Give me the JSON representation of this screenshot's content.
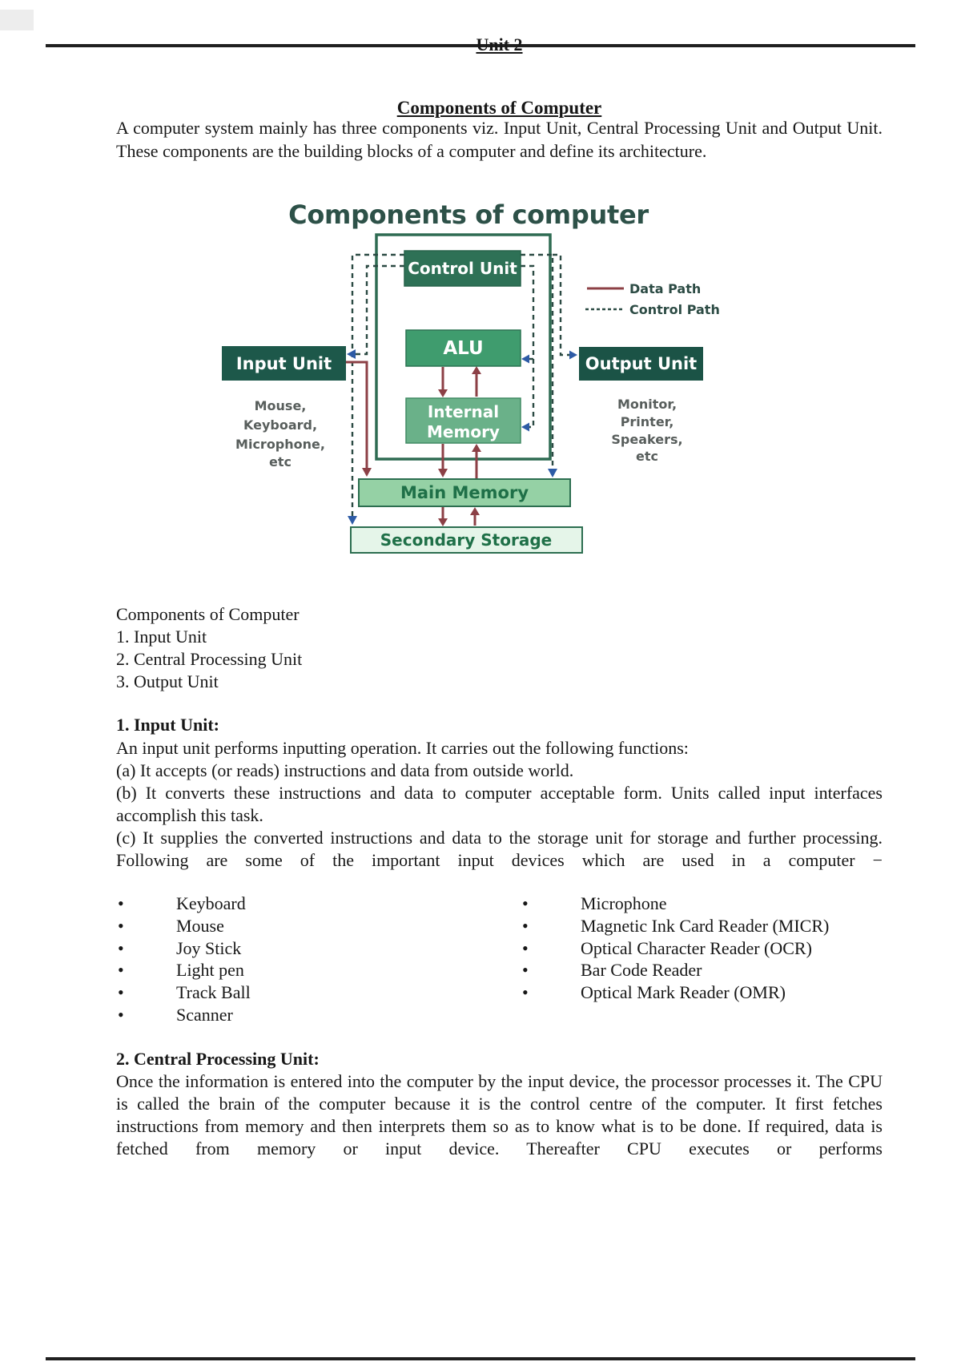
{
  "page": {
    "unit_header": "Unit 2",
    "doc_title": "Components of Computer",
    "intro": "A computer system mainly has three components viz. Input Unit, Central Processing Unit and Output Unit. These components are the building blocks of a computer and define its architecture."
  },
  "diagram": {
    "title": "Components of computer",
    "legend": {
      "data_path": "Data Path",
      "control_path": "Control Path"
    },
    "boxes": {
      "control_unit": "Control Unit",
      "alu": "ALU",
      "internal_memory_lines": [
        "Internal",
        "Memory"
      ],
      "input_unit": "Input Unit",
      "output_unit": "Output Unit",
      "main_memory": "Main Memory",
      "secondary_storage": "Secondary Storage"
    },
    "input_devices": [
      "Mouse,",
      "Keyboard,",
      "Microphone,",
      "etc"
    ],
    "output_devices": [
      "Monitor,",
      "Printer,",
      "Speakers,",
      "etc"
    ],
    "colors": {
      "title": "#2d5148",
      "cpu_border": "#2e6b52",
      "control_unit_fill": "#2e7156",
      "alu_fill": "#3f9c6e",
      "internal_memory_fill": "#6ab189",
      "input_unit_fill": "#1d584a",
      "output_unit_fill": "#1b5346",
      "main_memory_fill": "#95d1a5",
      "secondary_storage_fill": "#e5f5e9",
      "memory_text": "#1f7048",
      "box_text": "#ffffff",
      "data_path": "#8c4046",
      "control_path": "#2b4a43",
      "control_arrow": "#2d5ba6",
      "device_text": "#585e5c",
      "legend_text": "#2c4b44"
    }
  },
  "components_list": {
    "heading": "Components of Computer",
    "items": [
      "1. Input Unit",
      "2. Central Processing Unit",
      "3. Output Unit"
    ]
  },
  "input_unit_section": {
    "heading": "1. Input Unit:",
    "intro": "An input unit performs inputting operation. It carries out the following functions:",
    "point_a": "(a) It accepts (or reads) instructions and data from outside world.",
    "point_b": "(b) It converts these instructions and data to computer acceptable form. Units called input interfaces accomplish this task.",
    "point_c": "(c) It supplies the converted instructions and data to the storage unit for storage and further processing. Following are some of the important input devices which are used in a computer −"
  },
  "input_devices_bullets": {
    "left": [
      "Keyboard",
      "Mouse",
      "Joy Stick",
      "Light pen",
      "Track Ball",
      "Scanner"
    ],
    "right": [
      "Microphone",
      "Magnetic Ink Card Reader (MICR)",
      "Optical Character Reader (OCR)",
      "Bar Code Reader",
      "Optical Mark Reader (OMR)"
    ]
  },
  "cpu_section": {
    "heading": "2. Central Processing Unit:",
    "body": "Once the information is entered into the computer by the input device, the processor processes it. The CPU is called the brain of the computer because it is the control centre of the computer.  It first fetches instructions from memory and then interprets them so as to know what is to be done. If required, data is fetched from memory or input device. Thereafter CPU executes or performs"
  }
}
